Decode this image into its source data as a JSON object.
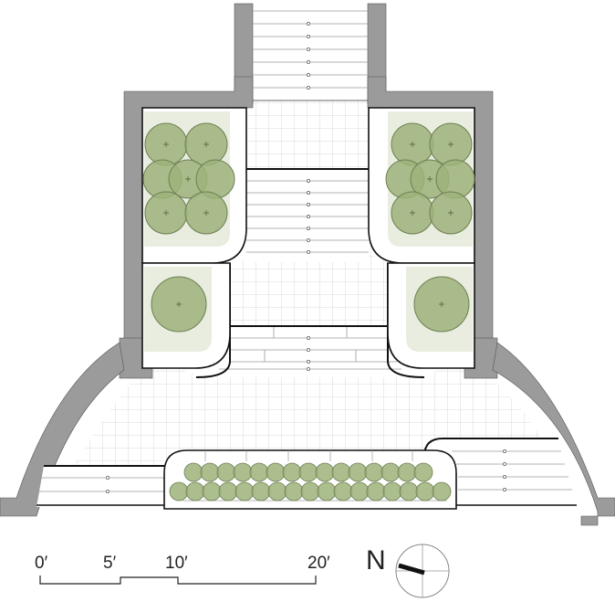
{
  "scale_bar": {
    "labels": [
      "0′",
      "5′",
      "10′",
      "20′"
    ]
  },
  "north_arrow": {
    "label": "N",
    "icon": "north-arrow-icon"
  },
  "colors": {
    "wall": "#9b9b9b",
    "planting_bed": "#e9ede0",
    "tree_canopy": "#9db27a",
    "tree_outline": "#6d7f52",
    "paving_grid": "#c9c9c9",
    "line": "#1a1a1a"
  }
}
